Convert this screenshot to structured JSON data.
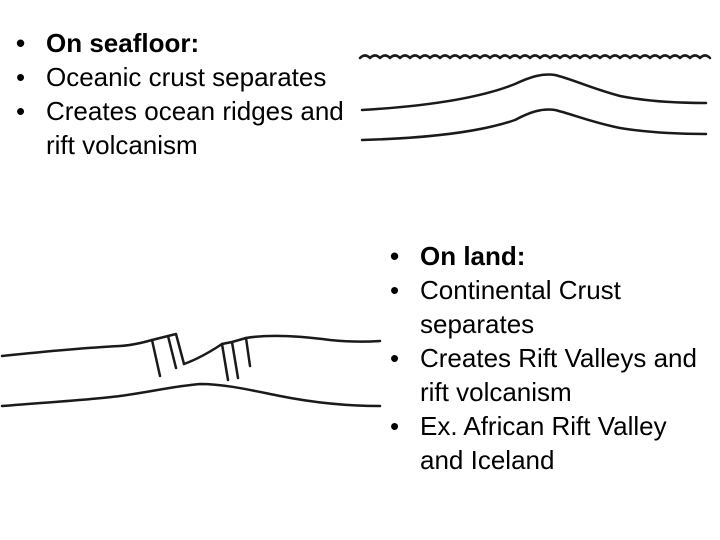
{
  "seafloor": {
    "items": [
      {
        "text": "On seafloor:",
        "bold": true
      },
      {
        "text": "Oceanic crust separates",
        "bold": false
      },
      {
        "text": "Creates ocean ridges and rift volcanism",
        "bold": false
      }
    ]
  },
  "land": {
    "items": [
      {
        "text": "On land:",
        "bold": true
      },
      {
        "text": "Continental Crust separates",
        "bold": false
      },
      {
        "text": "Creates Rift Valleys and rift volcanism",
        "bold": false
      },
      {
        "text": "Ex. African Rift Valley and Iceland",
        "bold": false
      }
    ]
  },
  "colors": {
    "stroke": "#1a1a1a",
    "text": "#000000",
    "background": "#ffffff"
  }
}
